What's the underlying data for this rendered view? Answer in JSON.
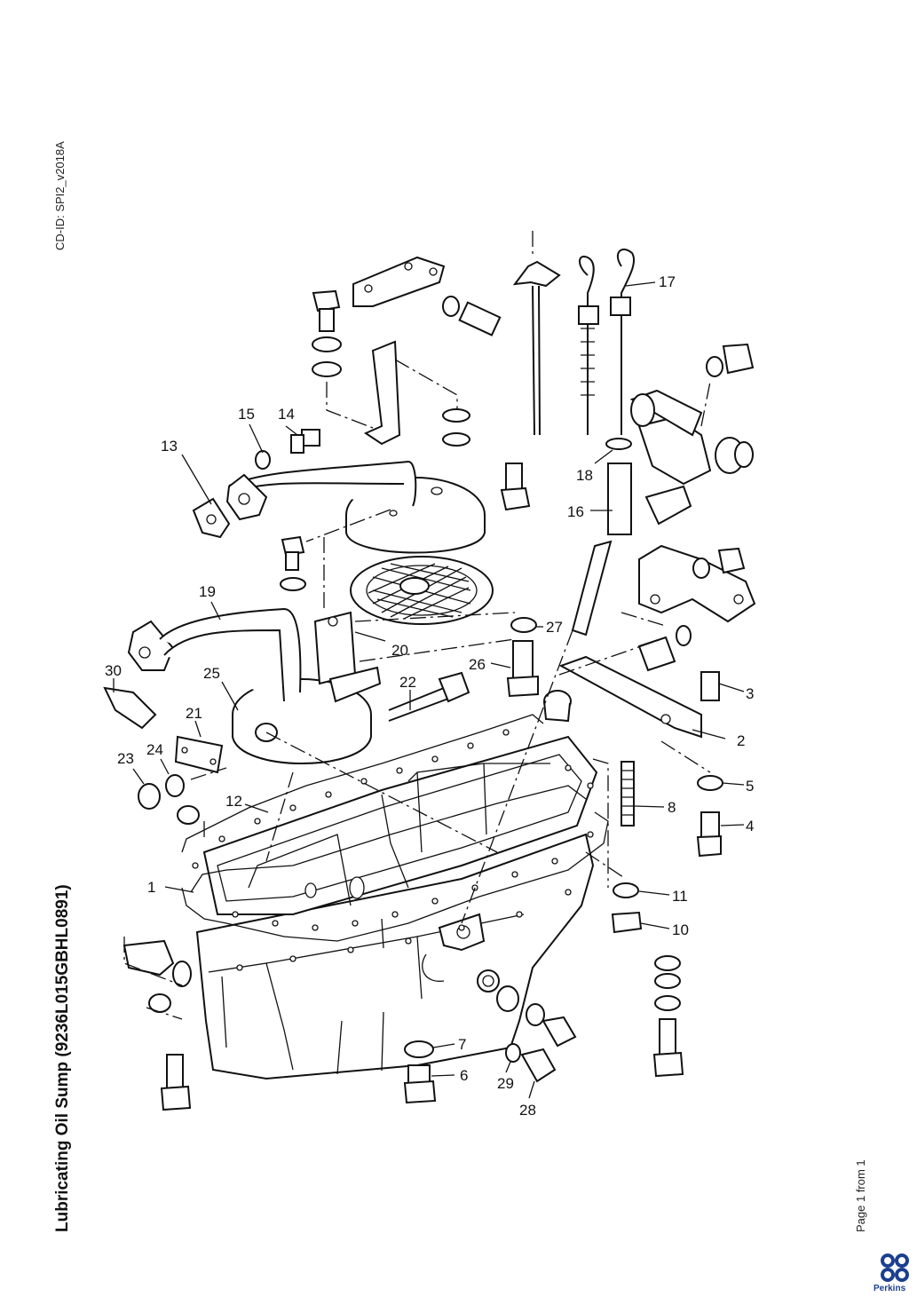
{
  "document": {
    "cd_id": "CD-ID: SPI2_v2018A",
    "title": "Lubricating Oil Sump (9236L015GBHL0891)",
    "page": "Page 1 from 1",
    "brand": "Perkins",
    "brand_color": "#1b3f8f"
  },
  "callouts": [
    "1",
    "2",
    "3",
    "4",
    "5",
    "6",
    "7",
    "8",
    "10",
    "11",
    "12",
    "13",
    "14",
    "15",
    "16",
    "17",
    "18",
    "19",
    "20",
    "21",
    "22",
    "23",
    "24",
    "25",
    "26",
    "27",
    "28",
    "29",
    "30"
  ]
}
